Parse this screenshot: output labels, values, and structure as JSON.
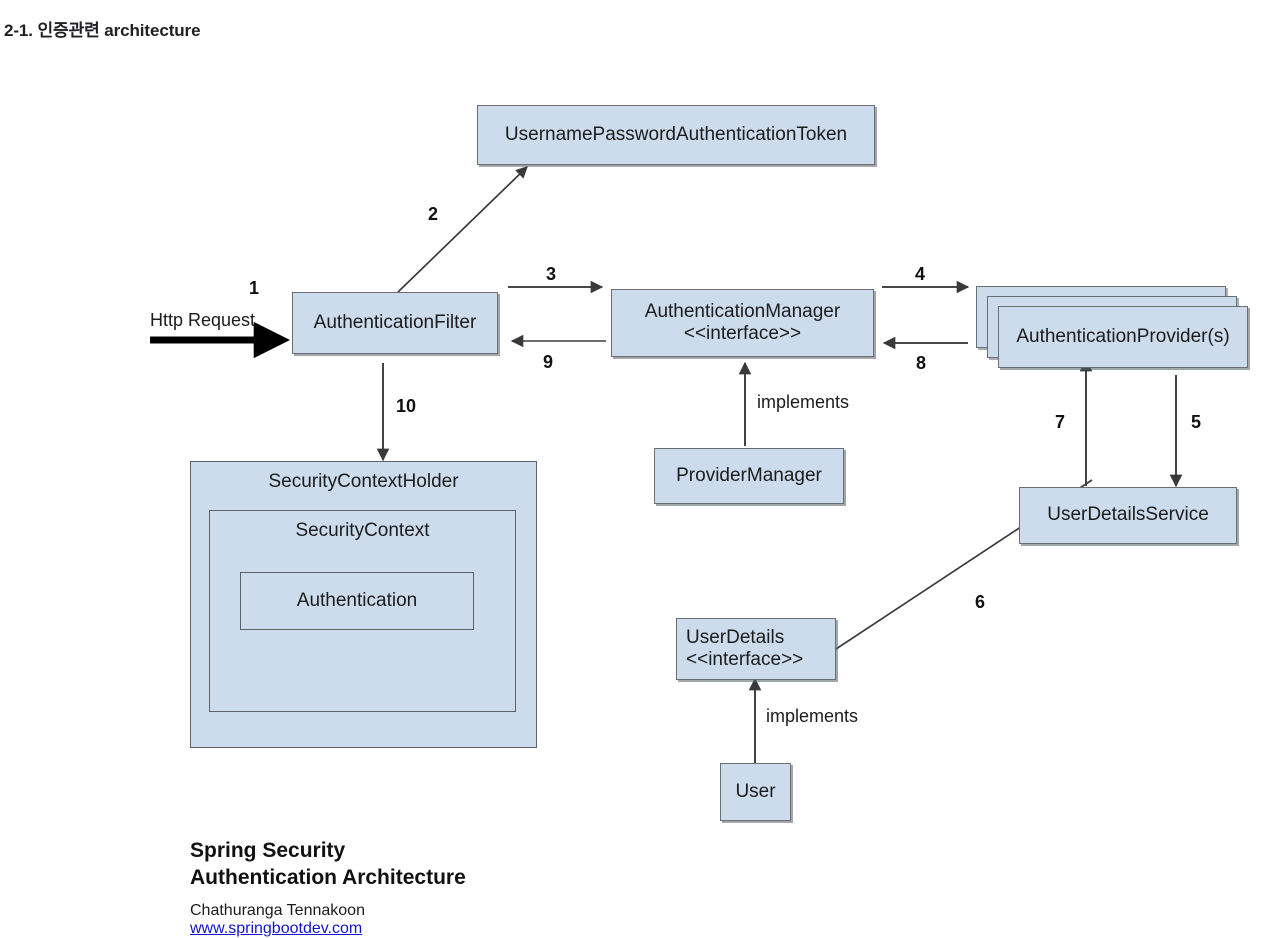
{
  "page": {
    "title": "2-1. 인증관련 architecture",
    "background": "#ffffff"
  },
  "theme": {
    "node_fill": "#ccdcec",
    "node_border": "#6b6f73",
    "text": "#1c1c1c",
    "link": "#1414cc",
    "arrow": "#3a3a3a"
  },
  "diagram": {
    "type": "flow-architecture",
    "nodes": [
      {
        "id": "token",
        "label": "UsernamePasswordAuthenticationToken",
        "label2": ""
      },
      {
        "id": "filter",
        "label": "AuthenticationFilter",
        "label2": ""
      },
      {
        "id": "manager",
        "label": "AuthenticationManager",
        "label2": "<<interface>>"
      },
      {
        "id": "providers",
        "label": "AuthenticationProvider(s)",
        "label2": ""
      },
      {
        "id": "provmanager",
        "label": "ProviderManager",
        "label2": ""
      },
      {
        "id": "udservice",
        "label": "UserDetailsService",
        "label2": ""
      },
      {
        "id": "userdetails",
        "label": "UserDetails",
        "label2": "<<interface>>"
      },
      {
        "id": "user",
        "label": "User",
        "label2": ""
      },
      {
        "id": "scholder",
        "label": "SecurityContextHolder",
        "label2": ""
      },
      {
        "id": "sccontext",
        "label": "SecurityContext",
        "label2": ""
      },
      {
        "id": "authentication",
        "label": "Authentication",
        "label2": ""
      }
    ],
    "edges": [
      {
        "num": "1",
        "from": "http-request",
        "to": "filter",
        "text": "Http Request"
      },
      {
        "num": "2",
        "from": "filter",
        "to": "token",
        "text": ""
      },
      {
        "num": "3",
        "from": "filter",
        "to": "manager",
        "text": ""
      },
      {
        "num": "4",
        "from": "manager",
        "to": "providers",
        "text": ""
      },
      {
        "num": "5",
        "from": "providers",
        "to": "udservice",
        "text": ""
      },
      {
        "num": "6",
        "from": "userdetails",
        "to": "udservice",
        "text": ""
      },
      {
        "num": "7",
        "from": "udservice",
        "to": "providers",
        "text": ""
      },
      {
        "num": "8",
        "from": "providers",
        "to": "manager",
        "text": ""
      },
      {
        "num": "9",
        "from": "manager",
        "to": "filter",
        "text": ""
      },
      {
        "num": "10",
        "from": "filter",
        "to": "scholder",
        "text": ""
      }
    ],
    "relations": [
      {
        "from": "provmanager",
        "to": "manager",
        "text": "implements"
      },
      {
        "from": "user",
        "to": "userdetails",
        "text": "implements"
      }
    ],
    "request_label": "Http Request",
    "implements_label": "implements"
  },
  "caption": {
    "title_line1": "Spring Security",
    "title_line2": "Authentication Architecture",
    "author": "Chathuranga Tennakoon",
    "link": "www.springbootdev.com"
  }
}
